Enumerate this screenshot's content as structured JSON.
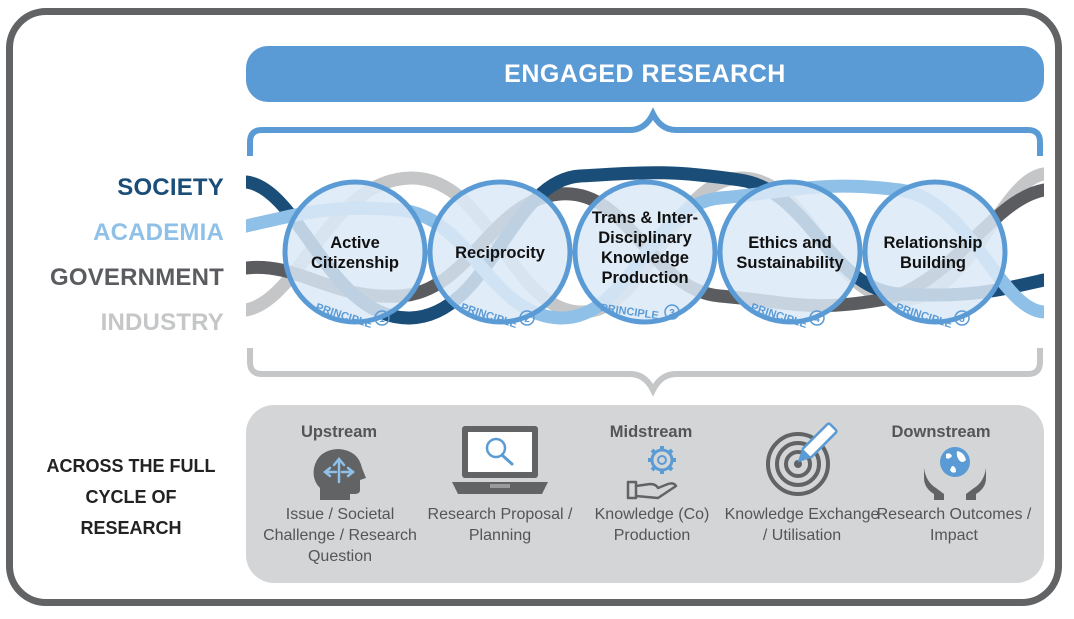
{
  "banner_title": "ENGAGED RESEARCH",
  "sectors": [
    "SOCIETY",
    "ACADEMIA",
    "GOVERNMENT",
    "INDUSTRY"
  ],
  "principles": [
    {
      "title": "Active Citizenship",
      "tag": "PRINCIPLE",
      "number": "1"
    },
    {
      "title": "Reciprocity",
      "tag": "PRINCIPLE",
      "number": "2"
    },
    {
      "title": "Trans & Inter-Disciplinary Knowledge Production",
      "tag": "PRINCIPLE",
      "number": "3"
    },
    {
      "title": "Ethics and Sustainability",
      "tag": "PRINCIPLE",
      "number": "4"
    },
    {
      "title": "Relationship Building",
      "tag": "PRINCIPLE",
      "number": "5"
    }
  ],
  "cycle_title": "ACROSS THE FULL CYCLE OF RESEARCH",
  "stage_headings": {
    "upstream": "Upstream",
    "midstream": "Midstream",
    "downstream": "Downstream"
  },
  "stages": [
    {
      "icon": "head-arrows-icon",
      "text": "Issue / Societal Challenge / Research Question"
    },
    {
      "icon": "laptop-search-icon",
      "text": "Research Proposal / Planning"
    },
    {
      "icon": "hand-gear-icon",
      "text": "Knowledge (Co) Production"
    },
    {
      "icon": "target-pencil-icon",
      "text": "Knowledge Exchange / Utilisation"
    },
    {
      "icon": "hands-globe-icon",
      "text": "Research Outcomes / Impact"
    }
  ],
  "colors": {
    "society": "#1a4e78",
    "academia": "#8fc0e8",
    "government": "#5a5c5f",
    "industry": "#c5c6c7",
    "banner": "#5b9bd5",
    "frame": "#616365",
    "cycle_box": "#d4d5d6"
  }
}
